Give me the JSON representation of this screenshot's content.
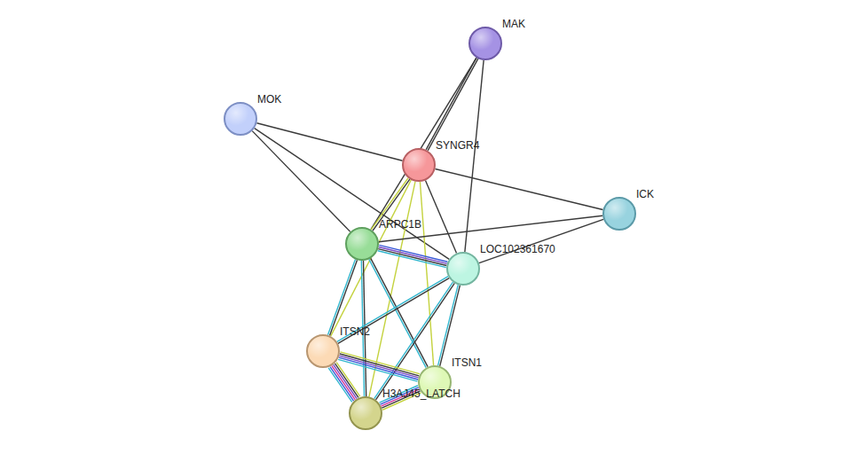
{
  "diagram": {
    "nodes": [
      {
        "text": [
          "MAK"
        ]
      },
      {
        "text": [
          "MOK"
        ]
      },
      {
        "text": [
          "SYNGR4"
        ]
      },
      {
        "text": [
          "ICK"
        ]
      },
      {
        "text": [
          "ARPC1B"
        ]
      },
      {
        "text": [
          "LOC102361670"
        ]
      },
      {
        "text": [
          "ITSN2"
        ]
      },
      {
        "text": [
          "ITSN1"
        ]
      },
      {
        "text": [
          "H3AJ45_LATCH"
        ]
      }
    ],
    "edges": [
      {
        "from": 0,
        "to": 2,
        "arrow": "none"
      },
      {
        "from": 0,
        "to": 4,
        "arrow": "none"
      },
      {
        "from": 0,
        "to": 5,
        "arrow": "none"
      },
      {
        "from": 1,
        "to": 2,
        "arrow": "none"
      },
      {
        "from": 1,
        "to": 4,
        "arrow": "none"
      },
      {
        "from": 1,
        "to": 5,
        "arrow": "none"
      },
      {
        "from": 2,
        "to": 3,
        "arrow": "none"
      },
      {
        "from": 2,
        "to": 4,
        "arrow": "none"
      },
      {
        "from": 2,
        "to": 5,
        "arrow": "none"
      },
      {
        "from": 2,
        "to": 6,
        "arrow": "none"
      },
      {
        "from": 2,
        "to": 7,
        "arrow": "none"
      },
      {
        "from": 2,
        "to": 8,
        "arrow": "none"
      },
      {
        "from": 3,
        "to": 4,
        "arrow": "none"
      },
      {
        "from": 3,
        "to": 5,
        "arrow": "none"
      },
      {
        "from": 4,
        "to": 5,
        "arrow": "none"
      },
      {
        "from": 4,
        "to": 6,
        "arrow": "none"
      },
      {
        "from": 4,
        "to": 7,
        "arrow": "none"
      },
      {
        "from": 4,
        "to": 8,
        "arrow": "none"
      },
      {
        "from": 5,
        "to": 6,
        "arrow": "none"
      },
      {
        "from": 5,
        "to": 7,
        "arrow": "none"
      },
      {
        "from": 5,
        "to": 8,
        "arrow": "none"
      },
      {
        "from": 6,
        "to": 7,
        "arrow": "none"
      },
      {
        "from": 6,
        "to": 8,
        "arrow": "none"
      },
      {
        "from": 7,
        "to": 8,
        "arrow": "none"
      }
    ]
  }
}
